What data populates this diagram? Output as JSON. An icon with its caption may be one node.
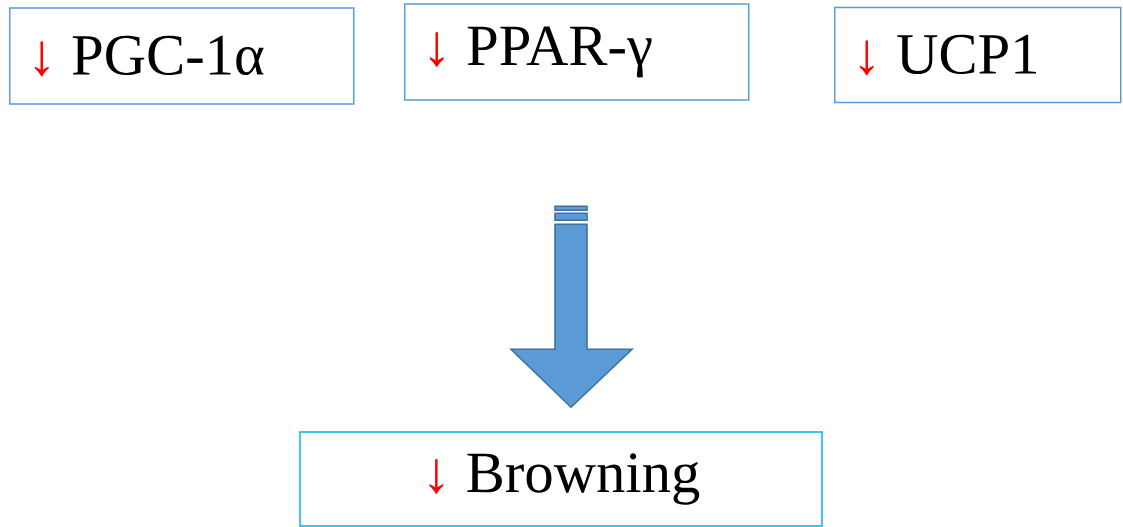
{
  "diagram": {
    "nodes": [
      {
        "text": [
          "↓",
          "PGC-1α"
        ]
      },
      {
        "text": [
          "↓",
          "PPAR-γ"
        ]
      },
      {
        "text": [
          "↓",
          "UCP1"
        ]
      },
      {
        "text": [
          "↓",
          "Browning"
        ]
      }
    ],
    "edges": [
      {
        "from": null,
        "to": 3,
        "arrow": "to"
      }
    ]
  }
}
